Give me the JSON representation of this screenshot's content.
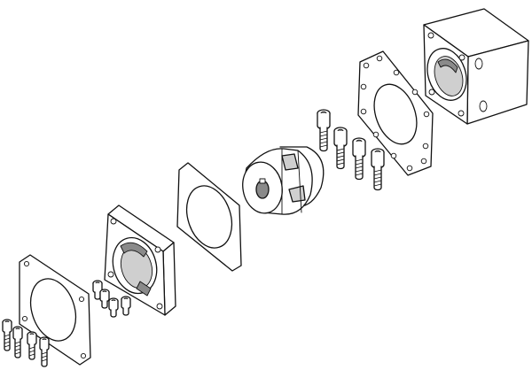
{
  "figure": {
    "kind": "exploded-assembly-line-drawing",
    "background": "#ffffff",
    "line_color": "#111111",
    "parts": [
      {
        "name": "motor-flange-housing",
        "icon": "housing-block"
      },
      {
        "name": "flange-gasket-large",
        "icon": "gasket-ring"
      },
      {
        "name": "coupling-screws-large",
        "icon": "socket-head-screw",
        "count": 4
      },
      {
        "name": "jaw-coupling",
        "icon": "jaw-coupling"
      },
      {
        "name": "intermediate-gasket",
        "icon": "gasket-plain"
      },
      {
        "name": "adapter-plate",
        "icon": "adapter-flange"
      },
      {
        "name": "adapter-screws-small",
        "icon": "socket-head-screw",
        "count": 4
      },
      {
        "name": "front-gasket",
        "icon": "gasket-ring"
      },
      {
        "name": "mounting-screws-front",
        "icon": "socket-head-screw",
        "count": 4
      }
    ]
  }
}
